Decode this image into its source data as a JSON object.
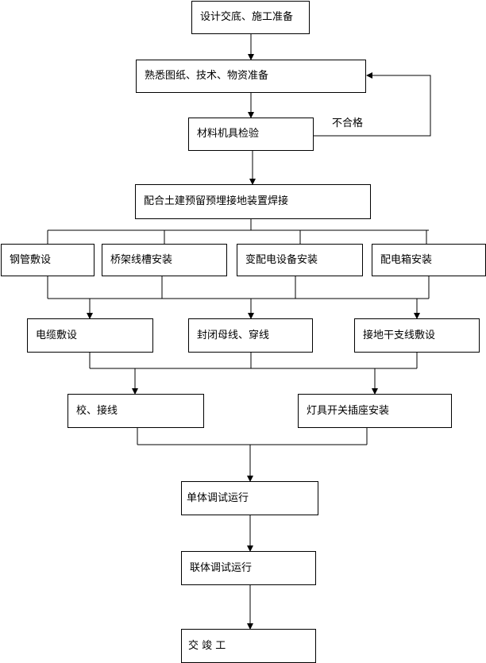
{
  "nodes": {
    "design_briefing": "设计交底、施工准备",
    "familiarize": "熟悉图纸、技术、物资准备",
    "material_inspection": "材料机具检验",
    "coordinate_civil": "配合土建预留预埋接地装置焊接",
    "steel_pipe": "钢管敷设",
    "cable_tray": "桥架线槽安装",
    "substation_equipment": "变配电设备安装",
    "distribution_box": "配电箱安装",
    "cable_laying": "电缆敷设",
    "busbar_threading": "封闭母线、穿线",
    "grounding_branch": "接地干支线敷设",
    "calibration_wiring": "校、接线",
    "lighting_switch_socket": "灯具开关插座安装",
    "unit_commissioning": "单体调试运行",
    "joint_commissioning": "联体调试运行",
    "handover": "交 竣 工"
  },
  "labels": {
    "unqualified": "不合格"
  }
}
